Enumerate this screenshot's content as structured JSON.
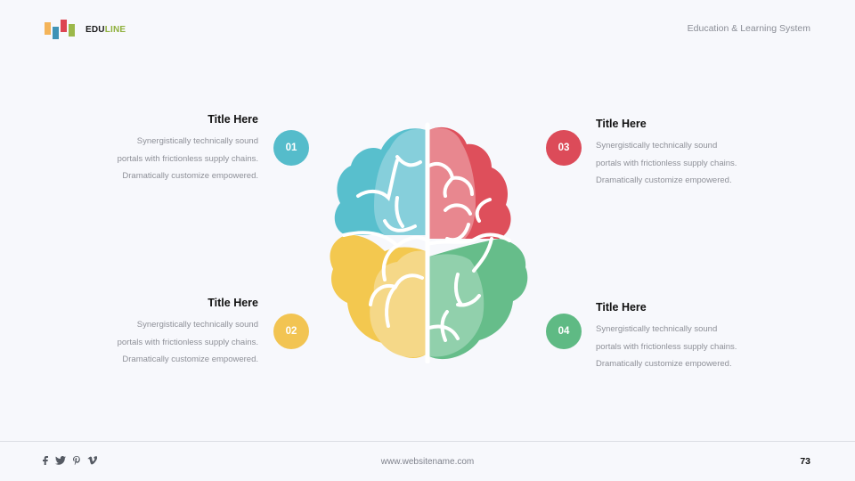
{
  "header": {
    "logo": {
      "prefix": "EDU",
      "suffix": "LINE",
      "bar_colors": [
        "#f4b459",
        "#3f93b6",
        "#dd4552",
        "#9cb84a"
      ]
    },
    "subtitle": "Education & Learning System"
  },
  "items": [
    {
      "number": "01",
      "title": "Title Here",
      "lines": [
        "Synergistically technically sound",
        "portals with frictionless supply chains.",
        "Dramatically customize empowered."
      ],
      "color": "#55bccb",
      "position": "top-left"
    },
    {
      "number": "02",
      "title": "Title Here",
      "lines": [
        "Synergistically technically sound",
        "portals with frictionless supply chains.",
        "Dramatically customize empowered."
      ],
      "color": "#f2c452",
      "position": "bottom-left"
    },
    {
      "number": "03",
      "title": "Title Here",
      "lines": [
        "Synergistically technically sound",
        "portals with frictionless supply chains.",
        "Dramatically customize empowered."
      ],
      "color": "#dc4b59",
      "position": "top-right"
    },
    {
      "number": "04",
      "title": "Title Here",
      "lines": [
        "Synergistically technically sound",
        "portals with frictionless supply chains.",
        "Dramatically customize empowered."
      ],
      "color": "#5fba84",
      "position": "bottom-right"
    }
  ],
  "brain": {
    "quadrants": {
      "top_left": {
        "light": "#86cfdb",
        "dark": "#58bfcd"
      },
      "bottom_left": {
        "light": "#f5d888",
        "dark": "#f3c84f"
      },
      "top_right": {
        "light": "#e8878f",
        "dark": "#de4f5b"
      },
      "bottom_right": {
        "light": "#91d0ac",
        "dark": "#66bd8a"
      }
    }
  },
  "footer": {
    "social_icons": [
      "facebook-icon",
      "twitter-icon",
      "pinterest-icon",
      "vimeo-icon"
    ],
    "website": "www.websitename.com",
    "page_number": "73"
  }
}
